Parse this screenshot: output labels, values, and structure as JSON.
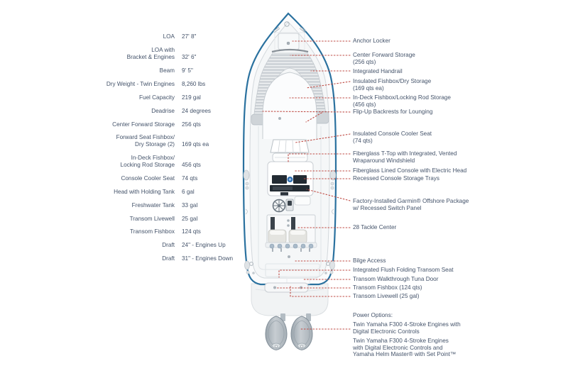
{
  "title": "Boat specifications and deck-layout diagram",
  "colors": {
    "accent_red": "#bf4b44",
    "hull_blue": "#2a719f",
    "text": "#44536a"
  },
  "specs": {
    "rows": [
      {
        "label_lines": [
          "LOA"
        ],
        "value": "27' 8\""
      },
      {
        "label_lines": [
          "LOA with",
          "Bracket & Engines"
        ],
        "value": "32' 6\""
      },
      {
        "label_lines": [
          "Beam"
        ],
        "value": "9' 5\""
      },
      {
        "label_lines": [
          "Dry Weight - Twin Engines"
        ],
        "value": "8,260 lbs"
      },
      {
        "label_lines": [
          "Fuel Capacity"
        ],
        "value": "219 gal"
      },
      {
        "label_lines": [
          "Deadrise"
        ],
        "value": "24 degrees"
      },
      {
        "label_lines": [
          "Center Forward Storage"
        ],
        "value": "256 qts"
      },
      {
        "label_lines": [
          "Forward Seat Fishbox/",
          "Dry Storage (2)"
        ],
        "value": "169 qts ea"
      },
      {
        "label_lines": [
          "In-Deck Fishbox/",
          "Locking Rod Storage"
        ],
        "value": "456 qts"
      },
      {
        "label_lines": [
          "Console Cooler Seat"
        ],
        "value": "74 qts"
      },
      {
        "label_lines": [
          "Head with Holding Tank"
        ],
        "value": "6 gal"
      },
      {
        "label_lines": [
          "Freshwater Tank"
        ],
        "value": "33 gal"
      },
      {
        "label_lines": [
          "Transom Livewell"
        ],
        "value": "25 gal"
      },
      {
        "label_lines": [
          "Transom Fishbox"
        ],
        "value": "124 qts"
      },
      {
        "label_lines": [
          "Draft"
        ],
        "value": "24\" - Engines Up"
      },
      {
        "label_lines": [
          "Draft"
        ],
        "value": "31\" - Engines Down"
      }
    ]
  },
  "callouts": [
    {
      "lines": [
        "Anchor Locker"
      ]
    },
    {
      "lines": [
        "Center Forward Storage",
        "(256 qts)"
      ]
    },
    {
      "lines": [
        "Integrated Handrail"
      ]
    },
    {
      "lines": [
        "Insulated Fishbox/Dry Storage",
        "(169 qts ea)"
      ]
    },
    {
      "lines": [
        "In-Deck Fishbox/Locking Rod Storage",
        "(456 qts)"
      ]
    },
    {
      "lines": [
        "Flip-Up Backrests for Lounging"
      ]
    },
    {
      "lines": [
        "Insulated Console Cooler Seat",
        "(74 qts)"
      ]
    },
    {
      "lines": [
        "Fiberglass T-Top with Integrated, Vented",
        "Wraparound Windshield"
      ]
    },
    {
      "lines": [
        "Fiberglass Lined Console with Electric Head"
      ]
    },
    {
      "lines": [
        "Recessed Console Storage Trays"
      ]
    },
    {
      "lines": [
        "Factory-Installed Garmin® Offshore Package",
        "w/ Recessed Switch Panel"
      ]
    },
    {
      "lines": [
        "28 Tackle Center"
      ]
    },
    {
      "lines": [
        "Bilge Access"
      ]
    },
    {
      "lines": [
        "Integrated Flush Folding Transom Seat"
      ]
    },
    {
      "lines": [
        "Transom Walkthrough Tuna Door"
      ]
    },
    {
      "lines": [
        "Transom Fishbox (124 qts)"
      ]
    },
    {
      "lines": [
        "Transom Livewell (25 gal)"
      ]
    },
    {
      "lines": [
        "Power Options:"
      ]
    },
    {
      "lines": [
        "Twin Yamaha F300 4-Stroke Engines with",
        "Digital Electronic Controls"
      ]
    },
    {
      "lines": [
        "Twin Yamaha F300 4-Stroke Engines",
        "with Digital Electronic Controls and",
        "Yamaha Helm Master® with Set Point™"
      ]
    }
  ]
}
